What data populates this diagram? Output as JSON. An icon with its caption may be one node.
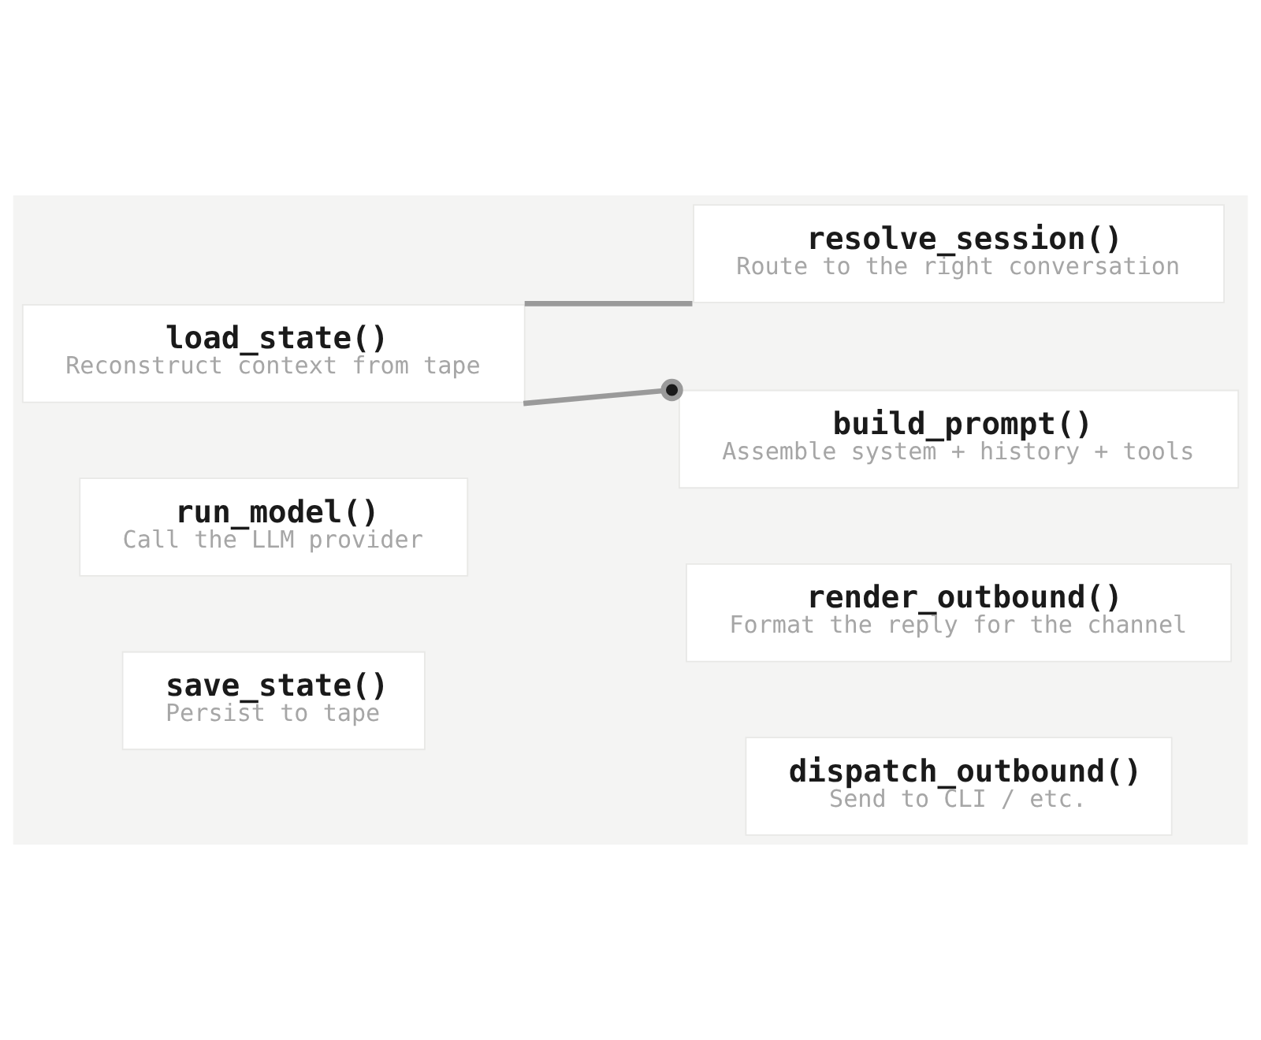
{
  "diagram": {
    "nodes": [
      {
        "text": [
          "resolve_session()",
          "Route to the right conversation"
        ]
      },
      {
        "text": [
          "load_state()",
          "Reconstruct context from tape"
        ]
      },
      {
        "text": [
          "build_prompt()",
          "Assemble system + history + tools"
        ]
      },
      {
        "text": [
          "run_model()",
          "Call the LLM provider"
        ]
      },
      {
        "text": [
          "render_outbound()",
          "Format the reply for the channel"
        ]
      },
      {
        "text": [
          "save_state()",
          "Persist to tape"
        ]
      },
      {
        "text": [
          "dispatch_outbound()",
          "Send to CLI / etc."
        ]
      }
    ],
    "edges": [
      {
        "from": 0,
        "to": 1,
        "arrow": "none"
      },
      {
        "from": 1,
        "to": 2,
        "arrow": "other"
      }
    ]
  }
}
